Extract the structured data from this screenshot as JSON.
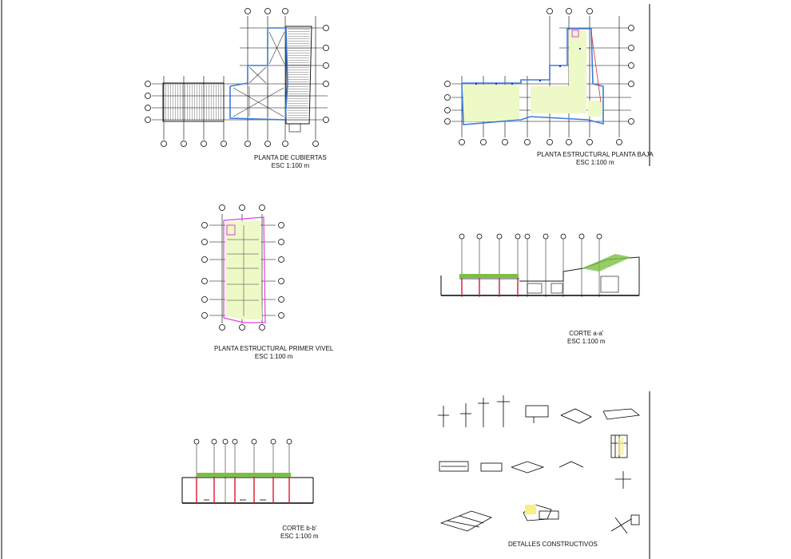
{
  "sheet": {
    "background": "#ffffff",
    "accent_blue": "#3b7bd8",
    "accent_magenta": "#e040e0",
    "accent_green": "#eef9c8",
    "accent_red": "#e0243a"
  },
  "views": {
    "roof_plan": {
      "title": "PLANTA DE CUBIERTAS",
      "scale": "ESC 1:100 m"
    },
    "ground_structural": {
      "title": "PLANTA ESTRUCTURAL PLANTA BAJA",
      "scale": "ESC 1:100 m"
    },
    "first_structural": {
      "title": "PLANTA ESTRUCTURAL PRIMER VIVEL",
      "scale": "ESC 1:100 m"
    },
    "section_aa": {
      "title": "CORTE a-a'",
      "scale": "ESC 1:100 m"
    },
    "section_bb": {
      "title": "CORTE b-b'",
      "scale": "ESC 1:100 m"
    },
    "details": {
      "title": "DETALLES CONSTRUCTIVOS"
    }
  }
}
